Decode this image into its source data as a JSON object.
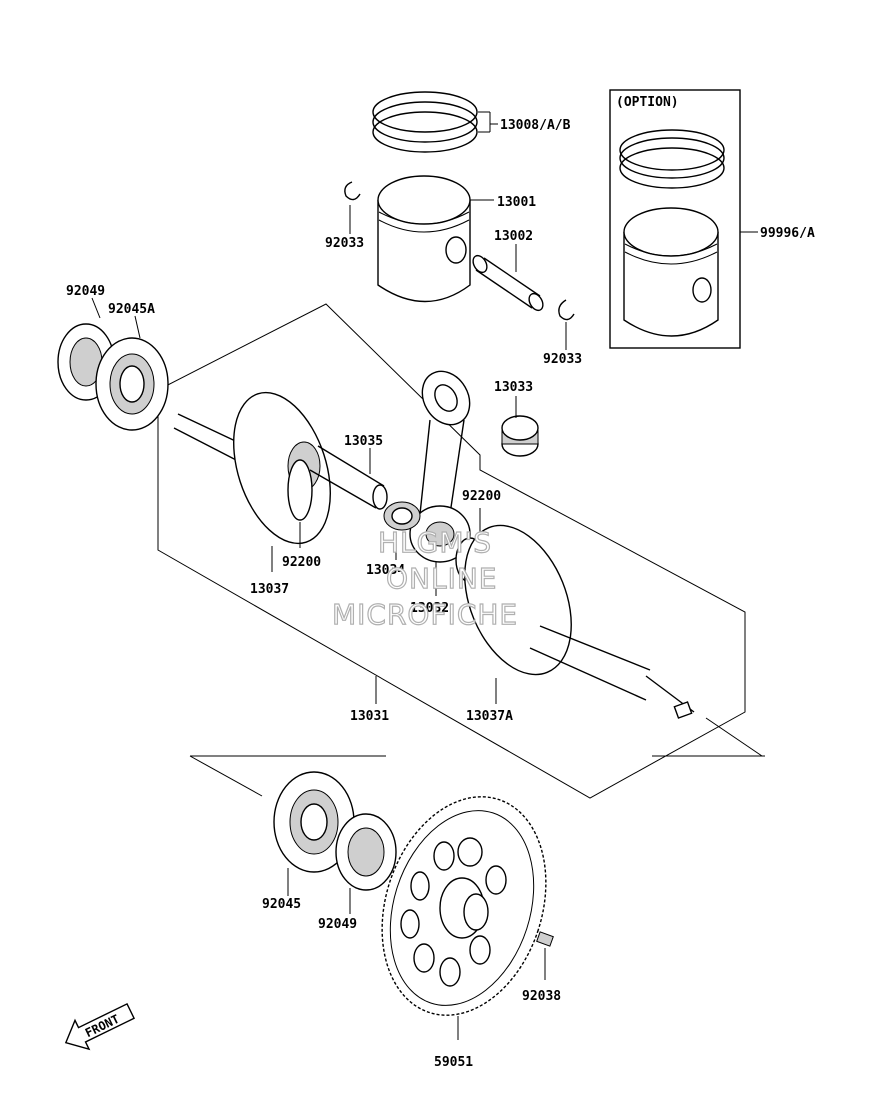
{
  "option_box": {
    "label": "(OPTION)"
  },
  "parts": {
    "p13008": "13008/A/B",
    "p13001": "13001",
    "p92033a": "92033",
    "p13002": "13002",
    "p92033b": "92033",
    "p99996": "99996/A",
    "p92049a": "92049",
    "p92045a": "92045A",
    "p13033": "13033",
    "p13035": "13035",
    "p92200a": "92200",
    "p92200b": "92200",
    "p13034": "13034",
    "p13037": "13037",
    "p13032": "13032",
    "p13031": "13031",
    "p13037a": "13037A",
    "p92045": "92045",
    "p92049b": "92049",
    "p92038": "92038",
    "p59051": "59051"
  },
  "watermark": {
    "line1": "HLGM'S",
    "line2": "ONLINE",
    "line3": "MICROFICHE"
  },
  "front_arrow": {
    "label": "FRONT"
  }
}
